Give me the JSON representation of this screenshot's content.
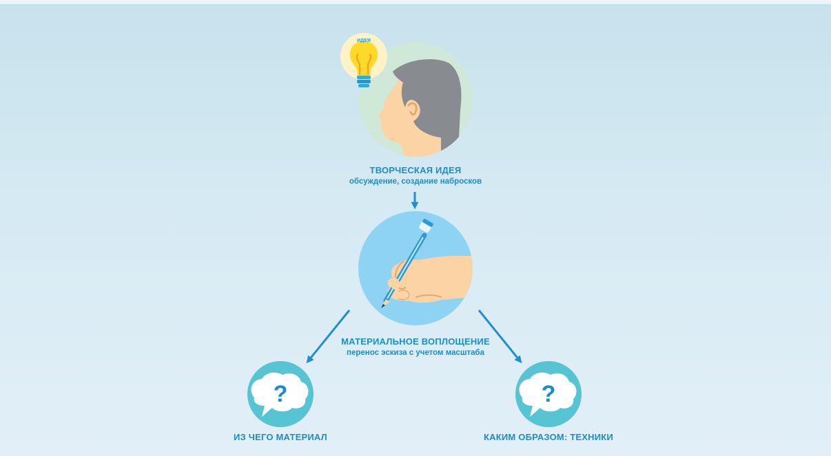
{
  "diagram": {
    "idea_badge": "ИДЕЯ",
    "nodes": [
      {
        "title": "ТВОРЧЕСКАЯ ИДЕЯ",
        "subtitle": "обсуждение, создание набросков"
      },
      {
        "title": "МАТЕРИАЛЬНОЕ ВОПЛОЩЕНИЕ",
        "subtitle": "перенос эскиза с учетом масштаба"
      },
      {
        "title": "ИЗ ЧЕГО МАТЕРИАЛ"
      },
      {
        "title": "КАКИМ ОБРАЗОМ: ТЕХНИКИ"
      }
    ],
    "question_mark": "?",
    "colors": {
      "accent": "#1a8dd0",
      "arrow": "#1e8fd2",
      "head_circle": "#cfe8d8",
      "hand_circle": "#8fd3f4",
      "question_circle": "#56c4d2",
      "bulb": "#ffd928",
      "skin": "#fcd3a5",
      "hair": "#888b8f"
    }
  }
}
